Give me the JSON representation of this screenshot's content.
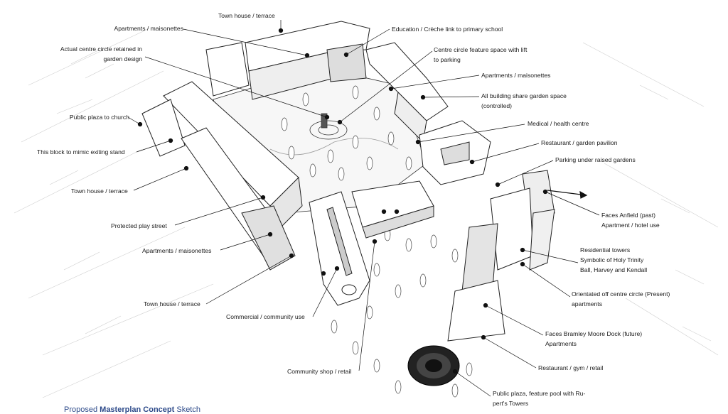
{
  "labels_left": {
    "apartments_top": "Apartments / maisonettes",
    "centre_circle_retained_1": "Actual centre circle retained in",
    "centre_circle_retained_2": "garden design",
    "public_plaza_church": "Public plaza to church",
    "block_mimic_stand": "This block to mimic exiting stand",
    "town_house_left": "Town house / terrace",
    "protected_play_street": "Protected play street",
    "apartments_left": "Apartments / maisonettes",
    "town_house_bottom": "Town house / terrace",
    "commercial_community": "Commercial / community use",
    "community_shop": "Community shop / retail"
  },
  "labels_top": {
    "town_house_top": "Town house / terrace"
  },
  "labels_right": {
    "education": "Education / Crèche link to primary school",
    "feature_space_1": "Centre circle feature space with lift",
    "feature_space_2": "to parking",
    "apartments_right": "Apartments / maisonettes",
    "garden_share_1": "All building share garden space",
    "garden_share_2": "(controlled)",
    "medical": "Medical / health centre",
    "restaurant_pavilion": "Restaurant / garden pavilion",
    "parking_under": "Parking under raised gardens",
    "faces_anfield_1": "Faces Anfield (past)",
    "faces_anfield_2": "Apartment / hotel use",
    "towers_1": "Residential towers",
    "towers_2": "Symbolic of Holy Trinity",
    "towers_3": "Ball, Harvey and Kendall",
    "orientated_1": "Orientated off centre circle (Present)",
    "orientated_2": "apartments",
    "bramley_1": "Faces Bramley Moore Dock (future)",
    "bramley_2": "Apartments",
    "restaurant_gym": "Restaurant / gym / retail",
    "plaza_pool_1": "Public plaza, feature pool with Ru-",
    "plaza_pool_2": "pert's Towers"
  },
  "caption": {
    "prefix": "Proposed ",
    "bold": "Masterplan Concept",
    "suffix": " Sketch"
  }
}
